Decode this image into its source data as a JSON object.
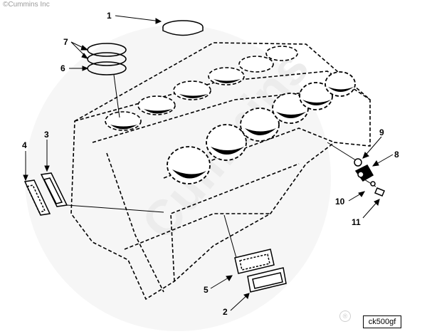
{
  "copyright": "©Cummins Inc",
  "watermark": "Cummins",
  "registered_mark": "®",
  "figure_code": "ck500gf",
  "callouts": [
    {
      "id": "1",
      "label": "1"
    },
    {
      "id": "7",
      "label": "7"
    },
    {
      "id": "6",
      "label": "6"
    },
    {
      "id": "4",
      "label": "4"
    },
    {
      "id": "3",
      "label": "3"
    },
    {
      "id": "9",
      "label": "9"
    },
    {
      "id": "8",
      "label": "8"
    },
    {
      "id": "10",
      "label": "10"
    },
    {
      "id": "11",
      "label": "11"
    },
    {
      "id": "5",
      "label": "5"
    },
    {
      "id": "2",
      "label": "2"
    }
  ],
  "colors": {
    "ink": "#000000",
    "watermark": "#ececec"
  }
}
